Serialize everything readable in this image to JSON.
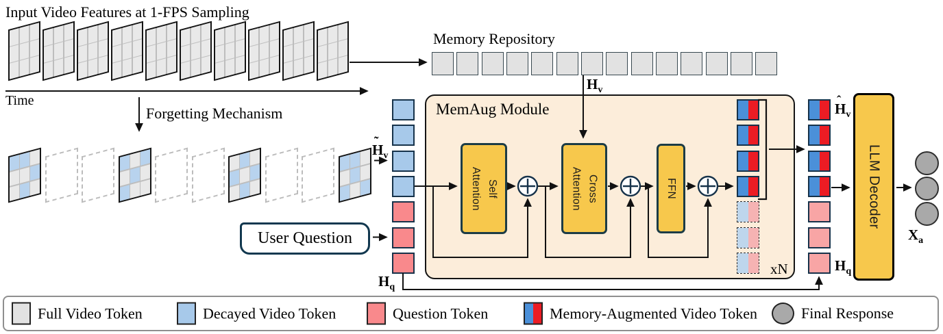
{
  "header": {
    "input_title": "Input Video Features at 1-FPS Sampling",
    "time_label": "Time",
    "forgetting_label": "Forgetting Mechanism",
    "memory_title": "Memory Repository"
  },
  "video_row": {
    "frame_count": 10
  },
  "decayed_row": {
    "frames": [
      {
        "type": "solid",
        "pattern": [
          1,
          1,
          0,
          0,
          0,
          1,
          0,
          1,
          0
        ]
      },
      {
        "type": "dashed"
      },
      {
        "type": "dashed"
      },
      {
        "type": "solid",
        "pattern": [
          1,
          0,
          1,
          0,
          1,
          0,
          1,
          0,
          0
        ]
      },
      {
        "type": "dashed"
      },
      {
        "type": "dashed"
      },
      {
        "type": "solid",
        "pattern": [
          0,
          1,
          0,
          1,
          0,
          1,
          0,
          1,
          0
        ]
      },
      {
        "type": "dashed"
      },
      {
        "type": "dashed"
      },
      {
        "type": "solid",
        "pattern": [
          1,
          1,
          0,
          0,
          1,
          0,
          1,
          0,
          1
        ]
      }
    ]
  },
  "memory": {
    "cell_count": 14
  },
  "module": {
    "title": "MemAug Module",
    "self_attention_lines": [
      "Self",
      "Attention"
    ],
    "cross_attention_lines": [
      "Cross",
      "Attention"
    ],
    "ffn_label": "FFN",
    "repeat_label": "xN"
  },
  "user_question": {
    "label": "User Question"
  },
  "llm_decoder": {
    "label": "LLM Decoder"
  },
  "math_labels": {
    "hv_mem": {
      "accent": "",
      "base": "H",
      "sub": "v"
    },
    "hv_tilde": {
      "accent": "˜",
      "base": "H",
      "sub": "v"
    },
    "hv_hat": {
      "accent": "ˆ",
      "base": "H",
      "sub": "v"
    },
    "hq_left": {
      "accent": "",
      "base": "H",
      "sub": "q"
    },
    "hq_right": {
      "accent": "",
      "base": "H",
      "sub": "q"
    },
    "xa": {
      "accent": "",
      "base": "X",
      "sub": "a"
    }
  },
  "token_columns": {
    "input": [
      "blue",
      "blue",
      "blue",
      "blue",
      "red",
      "red",
      "red"
    ],
    "inner": [
      "split",
      "split",
      "split",
      "split",
      "split_dashed",
      "split_dashed",
      "split_dashed"
    ],
    "output": [
      "split",
      "split",
      "split",
      "split",
      "pink",
      "pink",
      "pink"
    ]
  },
  "response": {
    "circle_count": 3
  },
  "legend": {
    "items": [
      {
        "icon": "full",
        "label": "Full Video Token"
      },
      {
        "icon": "decayed",
        "label": "Decayed Video Token"
      },
      {
        "icon": "question",
        "label": "Question Token"
      },
      {
        "icon": "memaug",
        "label": "Memory-Augmented Video Token"
      },
      {
        "icon": "response",
        "label": "Final Response"
      }
    ]
  },
  "colors": {
    "accent_yellow": "#f7c84c",
    "module_bg": "#fcedda",
    "token_blue": "#a7c9ea",
    "token_red": "#f9898c",
    "token_pink": "#f8a5a5",
    "split_blue": "#4b90d9",
    "split_red": "#ec1c24",
    "decayed_cell_blue": "#b8d3ee",
    "full_cell_gray": "#e9e9e9",
    "memory_gray": "#e2e2e2",
    "response_gray": "#a9a9a9"
  }
}
